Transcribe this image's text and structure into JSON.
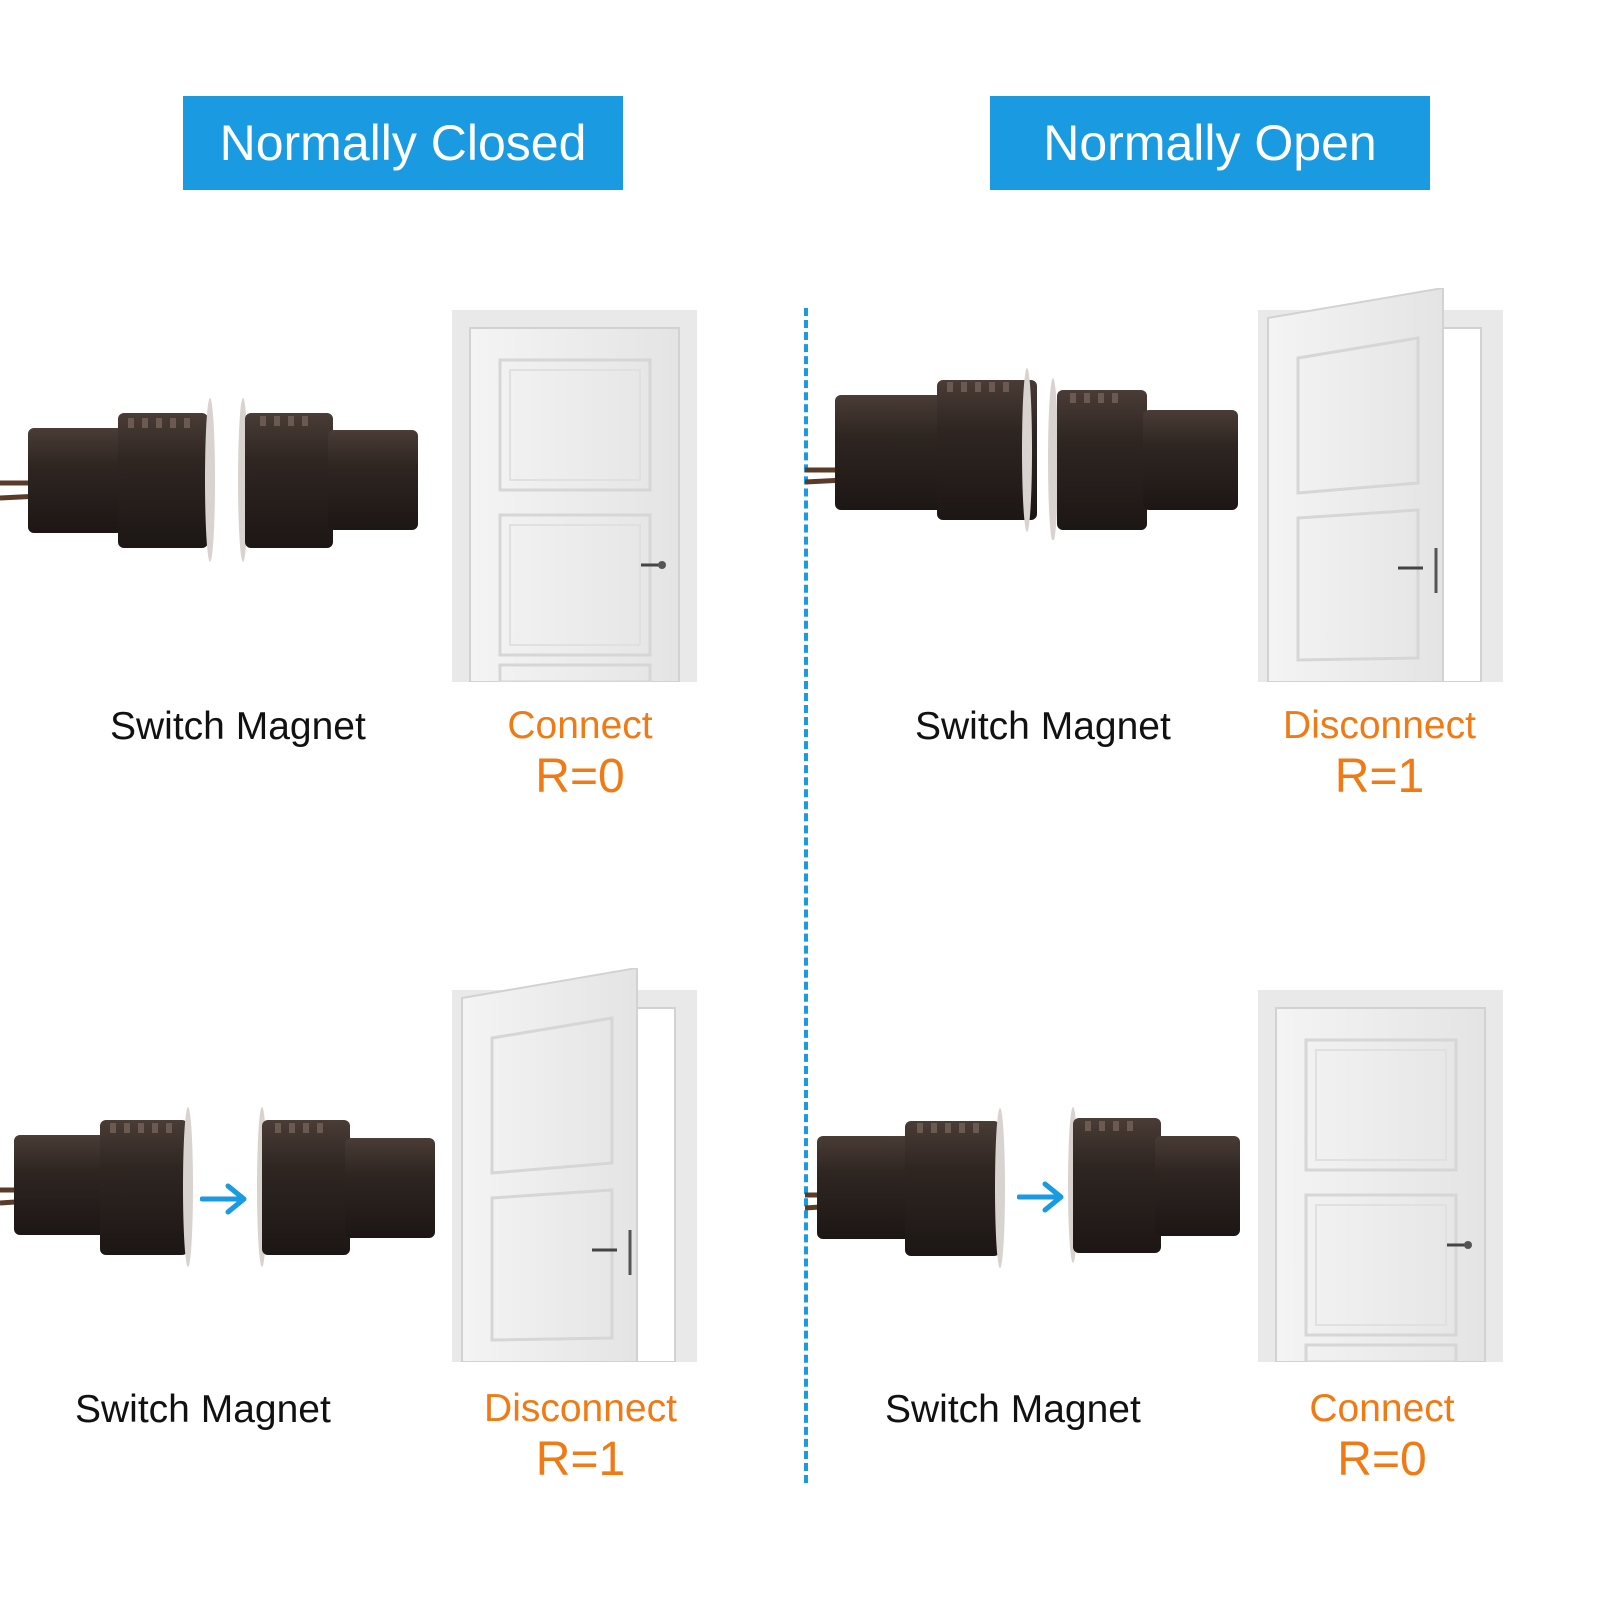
{
  "headers": {
    "left": "Normally Closed",
    "right": "Normally Open"
  },
  "panels": {
    "nc_closed": {
      "component_label": "Switch Magnet",
      "state": "Connect",
      "resistance": "R=0",
      "door": "closed"
    },
    "nc_open": {
      "component_label": "Switch Magnet",
      "state": "Disconnect",
      "resistance": "R=1",
      "door": "open"
    },
    "no_closed": {
      "component_label": "Switch Magnet",
      "state": "Disconnect",
      "resistance": "R=1",
      "door": "open"
    },
    "no_open": {
      "component_label": "Switch Magnet",
      "state": "Connect",
      "resistance": "R=0",
      "door": "closed"
    }
  },
  "colors": {
    "accent_blue": "#1a9ae0",
    "state_orange": "#f07a14",
    "sensor_brown": "#2b2320"
  },
  "icons": [
    "arrow-right-icon",
    "door-icon",
    "reed-switch-icon",
    "magnet-icon"
  ]
}
